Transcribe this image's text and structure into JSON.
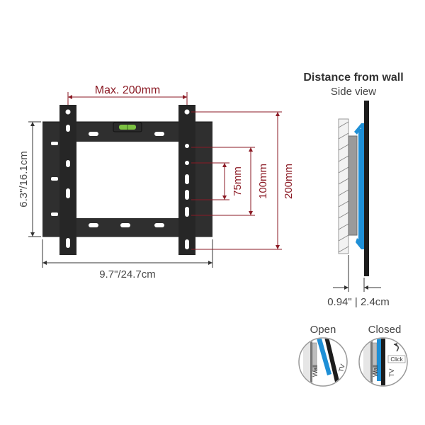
{
  "diagram": {
    "dims": {
      "max_width": "Max. 200mm",
      "height_label": "6.3\"/16.1cm",
      "width_label": "9.7\"/24.7cm",
      "vesa_75": "75mm",
      "vesa_100": "100mm",
      "vesa_200": "200mm"
    },
    "side": {
      "title": "Distance from wall",
      "subtitle": "Side view",
      "distance": "0.94\" | 2.4cm"
    },
    "modes": {
      "open": {
        "title": "Open",
        "wall": "Wall",
        "tv": "TV"
      },
      "closed": {
        "title": "Closed",
        "wall": "Wall",
        "tv": "TV",
        "click": "Click"
      }
    },
    "colors": {
      "dimension": "#8b1a24",
      "bracket": "#2f2f2f",
      "accent_blue": "#1e8fd6",
      "level_green": "#7cc242"
    }
  }
}
